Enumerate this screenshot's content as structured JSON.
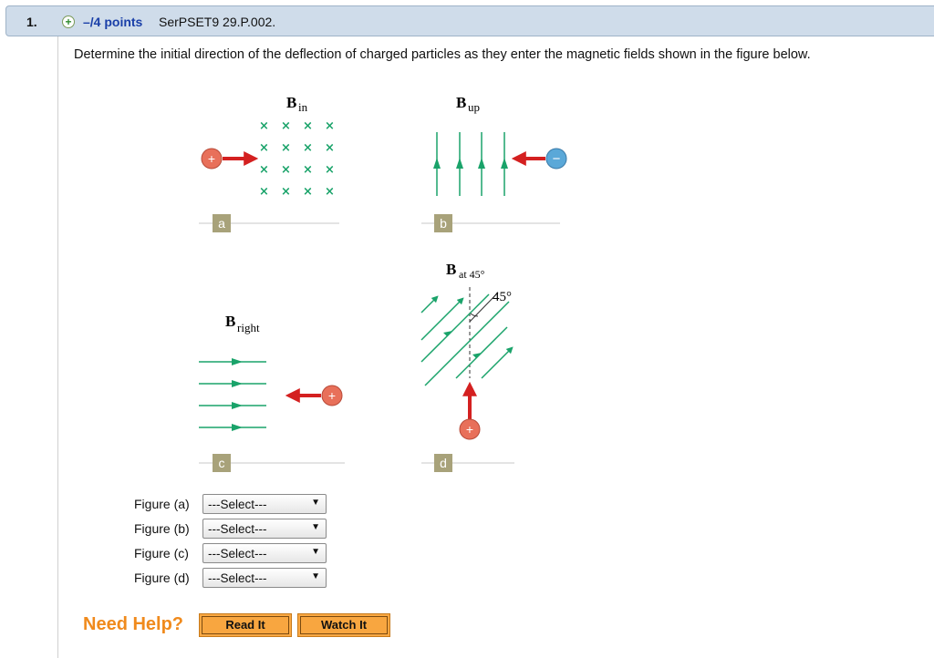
{
  "header": {
    "number": "1.",
    "points": "–/4 points",
    "question_id": "SerPSET9 29.P.002."
  },
  "question": {
    "text": "Determine the initial direction of the deflection of charged particles as they enter the magnetic fields shown in the figure below."
  },
  "figure": {
    "panels": [
      {
        "tag": "a",
        "field_label": "B",
        "field_sub": "in"
      },
      {
        "tag": "b",
        "field_label": "B",
        "field_sub": "up"
      },
      {
        "tag": "c",
        "field_label": "B",
        "field_sub": "right"
      },
      {
        "tag": "d",
        "field_label": "B",
        "field_sub": "at 45°",
        "angle_label": "45°"
      }
    ],
    "charges": {
      "positive": "+",
      "negative": "−"
    },
    "colors": {
      "field": "#1aa36a",
      "velocity": "#d42020",
      "positive": "#e8705a",
      "negative": "#5aa8d8",
      "tag": "#a8a27a"
    }
  },
  "answers": [
    {
      "label": "Figure (a)",
      "value": "---Select---"
    },
    {
      "label": "Figure (b)",
      "value": "---Select---"
    },
    {
      "label": "Figure (c)",
      "value": "---Select---"
    },
    {
      "label": "Figure (d)",
      "value": "---Select---"
    }
  ],
  "help": {
    "title": "Need Help?",
    "read_label": "Read It",
    "watch_label": "Watch It"
  }
}
